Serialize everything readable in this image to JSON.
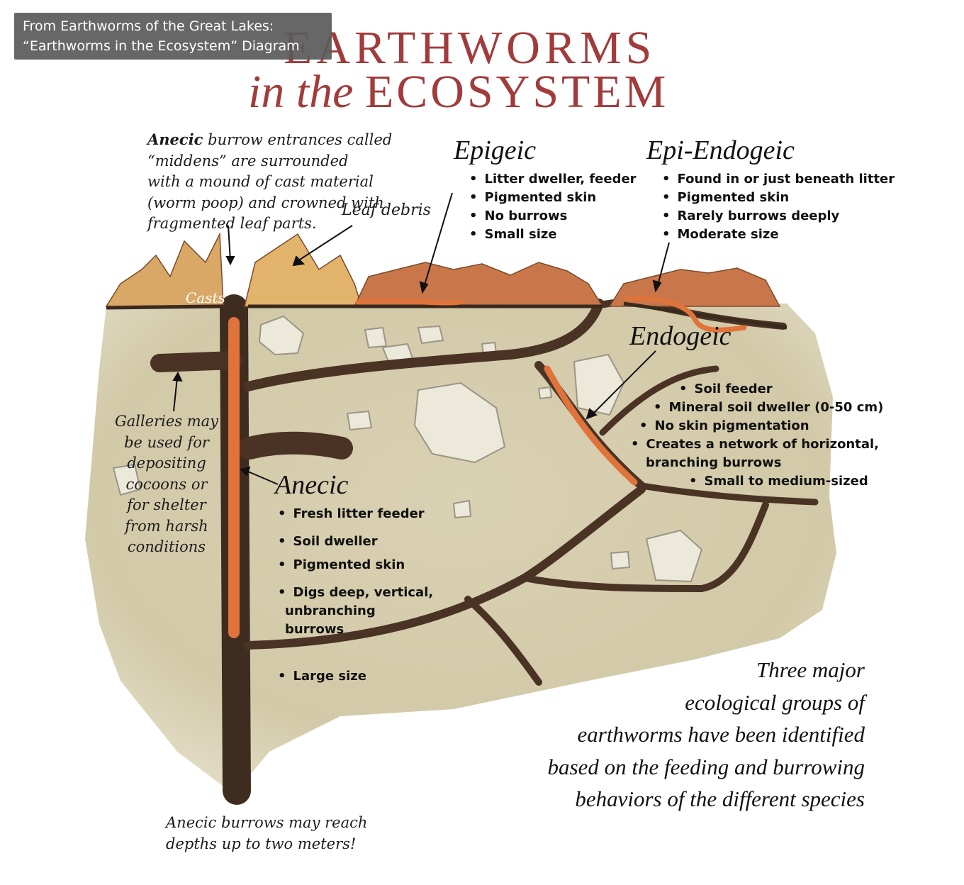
{
  "tooltip": {
    "line1": "From Earthworms of the Great Lakes:",
    "line2": "“Earthworms in the Ecosystem” Diagram"
  },
  "title": {
    "line1": "EARTHWORMS",
    "line2_prefix": "in the",
    "line2_word": "ECOSYSTEM"
  },
  "notes": {
    "middens": [
      "Anecic burrow entrances called",
      "“middens” are surrounded",
      "with a mound of cast material",
      "(worm poop) and crowned with",
      "fragmented leaf parts."
    ],
    "middens_bold_word": "Anecic",
    "leaf_debris": "Leaf debris",
    "casts": "Casts",
    "galleries": [
      "Galleries may",
      "be used for",
      "depositing",
      "cocoons or",
      "for shelter",
      "from harsh",
      "conditions"
    ],
    "depth": [
      "Anecic burrows may reach",
      "depths up to two meters!"
    ]
  },
  "groups": {
    "epigeic": {
      "name": "Epigeic",
      "traits": [
        "Litter dweller, feeder",
        "Pigmented skin",
        "No burrows",
        "Small size"
      ]
    },
    "epi_endogeic": {
      "name": "Epi-Endogeic",
      "traits": [
        "Found in or just beneath litter",
        "Pigmented skin",
        "Rarely burrows deeply",
        "Moderate size"
      ]
    },
    "endogeic": {
      "name": "Endogeic",
      "traits": [
        "Soil feeder",
        "Mineral soil dweller (0-50 cm)",
        "No skin pigmentation",
        "Creates a network of horizontal,",
        "branching burrows",
        "Small to medium-sized"
      ]
    },
    "anecic": {
      "name": "Anecic",
      "traits": [
        "Fresh litter feeder",
        "Soil dweller",
        "Pigmented skin",
        "Digs deep, vertical,",
        "unbranching",
        "burrows",
        "Large size"
      ]
    }
  },
  "closing": [
    "Three major",
    "ecological groups of",
    "earthworms have been identified",
    "based on the feeding and burrowing",
    "behaviors of the different species"
  ],
  "colors": {
    "title": "#a23b3b",
    "soil": "#d8d0b4",
    "burrow": "#4a3325",
    "worm": "#e0733a",
    "litter": "#c9774a"
  }
}
